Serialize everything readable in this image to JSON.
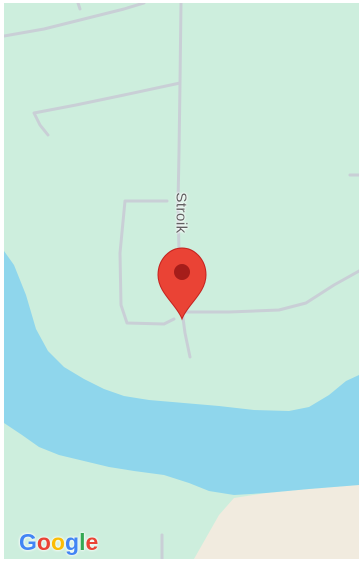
{
  "map": {
    "street_label": "Stroik",
    "marker_icon": "map-pin-icon",
    "colors": {
      "land": "#cdeedd",
      "water": "#8fd6ec",
      "road": "#c9cfd6",
      "sand": "#f1ebdf",
      "marker": "#ea4335",
      "marker_dot": "#a51d1a"
    }
  },
  "attribution": {
    "logo": "Google",
    "letters": [
      {
        "char": "G",
        "color": "#4285f4"
      },
      {
        "char": "o",
        "color": "#ea4335"
      },
      {
        "char": "o",
        "color": "#fbbc05"
      },
      {
        "char": "g",
        "color": "#4285f4"
      },
      {
        "char": "l",
        "color": "#34a853"
      },
      {
        "char": "e",
        "color": "#ea4335"
      }
    ]
  }
}
